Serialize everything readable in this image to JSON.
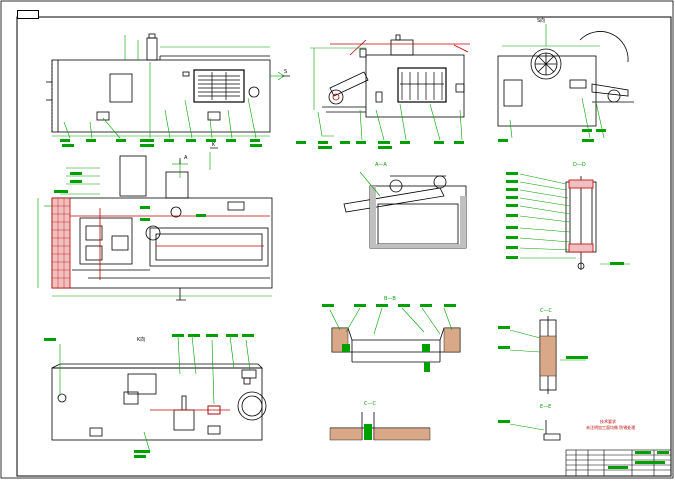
{
  "sheet": {
    "corner_tag": "",
    "section_labels": {
      "aa": "A—A",
      "bb": "B—B",
      "cc": "C—C",
      "cc2": "C—C",
      "dd": "D—D",
      "ee": "E—E",
      "k_view": "K向",
      "s_view": "S向",
      "k_arrow": "K",
      "s_arrow": "S",
      "a_mark": "A"
    },
    "tech_note": "技术要求",
    "tech_line": "未注明加工面均做 防锈处理"
  },
  "title_block": {
    "rows": [
      "",
      "",
      "",
      "",
      ""
    ]
  }
}
